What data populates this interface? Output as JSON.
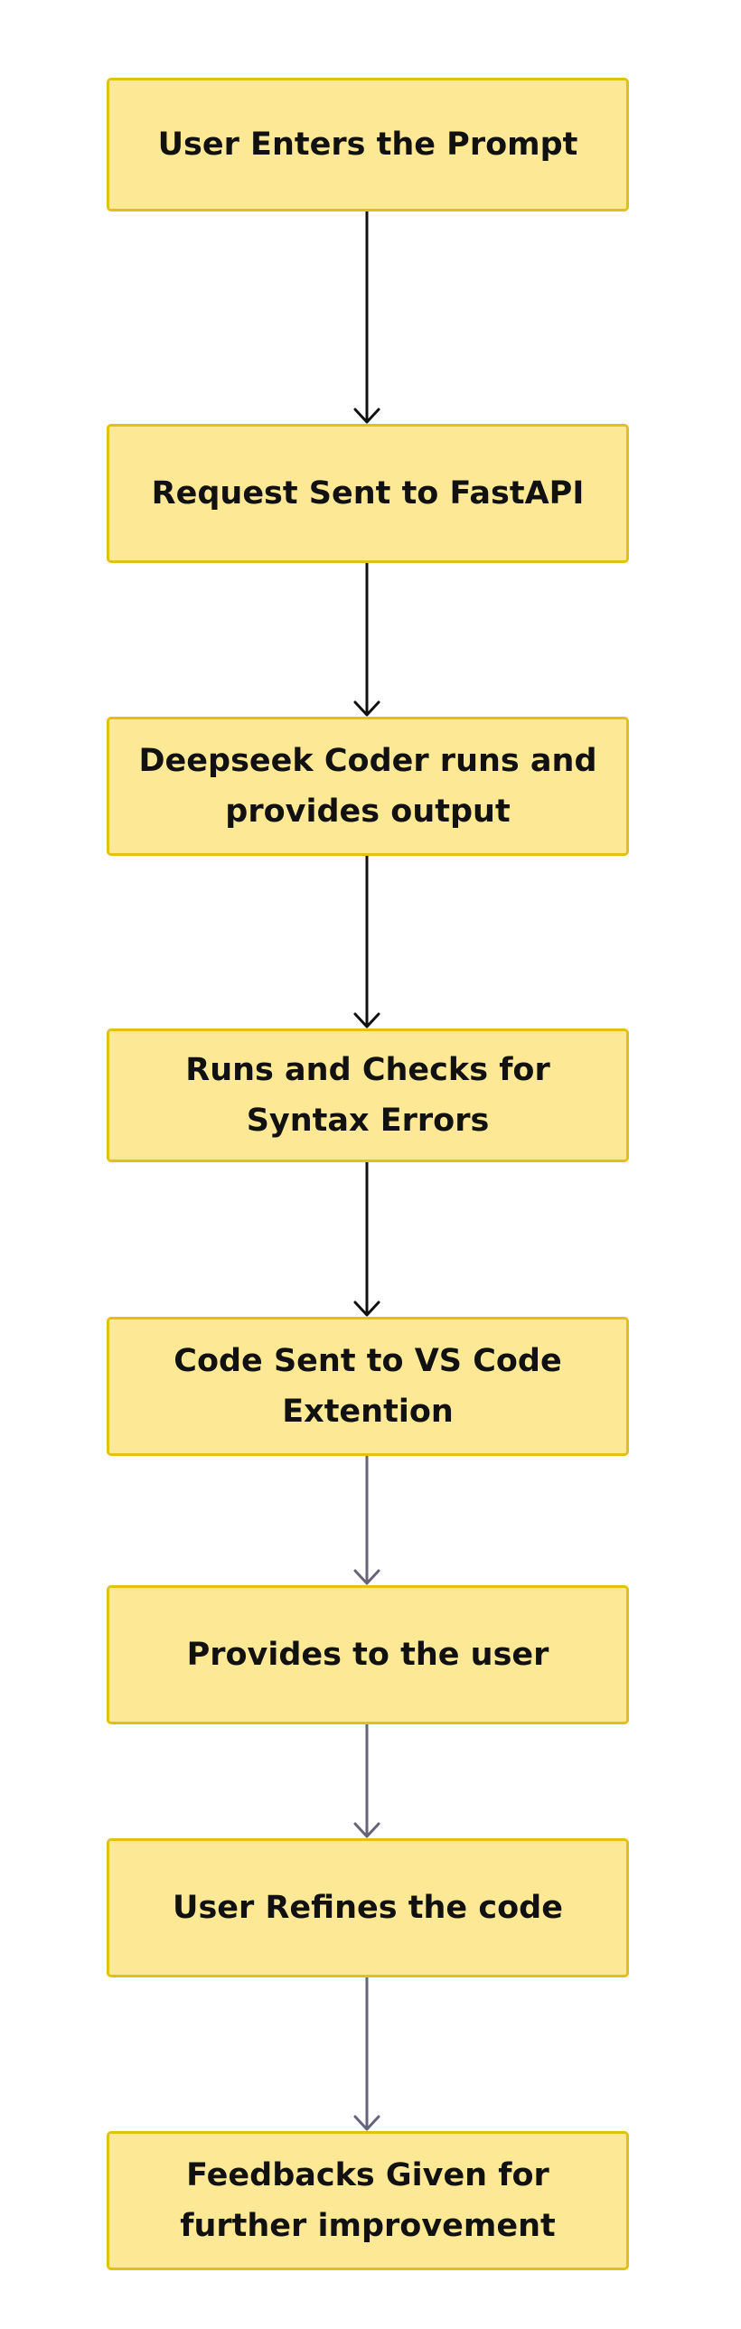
{
  "flowchart": {
    "steps": [
      {
        "id": "s1",
        "label": "User Enters the Prompt"
      },
      {
        "id": "s2",
        "label": "Request Sent to FastAPI"
      },
      {
        "id": "s3",
        "label": "Deepseek Coder runs and provides output"
      },
      {
        "id": "s4",
        "label": "Runs and Checks for Syntax Errors"
      },
      {
        "id": "s5",
        "label": "Code Sent to VS Code Extention"
      },
      {
        "id": "s6",
        "label": "Provides to the user"
      },
      {
        "id": "s7",
        "label": "User Refines the code"
      },
      {
        "id": "s8",
        "label": "Feedbacks Given for further improvement"
      }
    ],
    "connectors": [
      {
        "from": "s1",
        "to": "s2",
        "color": "#111111"
      },
      {
        "from": "s2",
        "to": "s3",
        "color": "#111111"
      },
      {
        "from": "s3",
        "to": "s4",
        "color": "#111111"
      },
      {
        "from": "s4",
        "to": "s5",
        "color": "#111111"
      },
      {
        "from": "s5",
        "to": "s6",
        "color": "#676478"
      },
      {
        "from": "s6",
        "to": "s7",
        "color": "#676478"
      },
      {
        "from": "s7",
        "to": "s8",
        "color": "#676478"
      }
    ],
    "colors": {
      "node_fill": "#fde995",
      "node_border": "#e3c014",
      "text": "#111111",
      "arrow_dark": "#111111",
      "arrow_gray": "#676478"
    }
  }
}
